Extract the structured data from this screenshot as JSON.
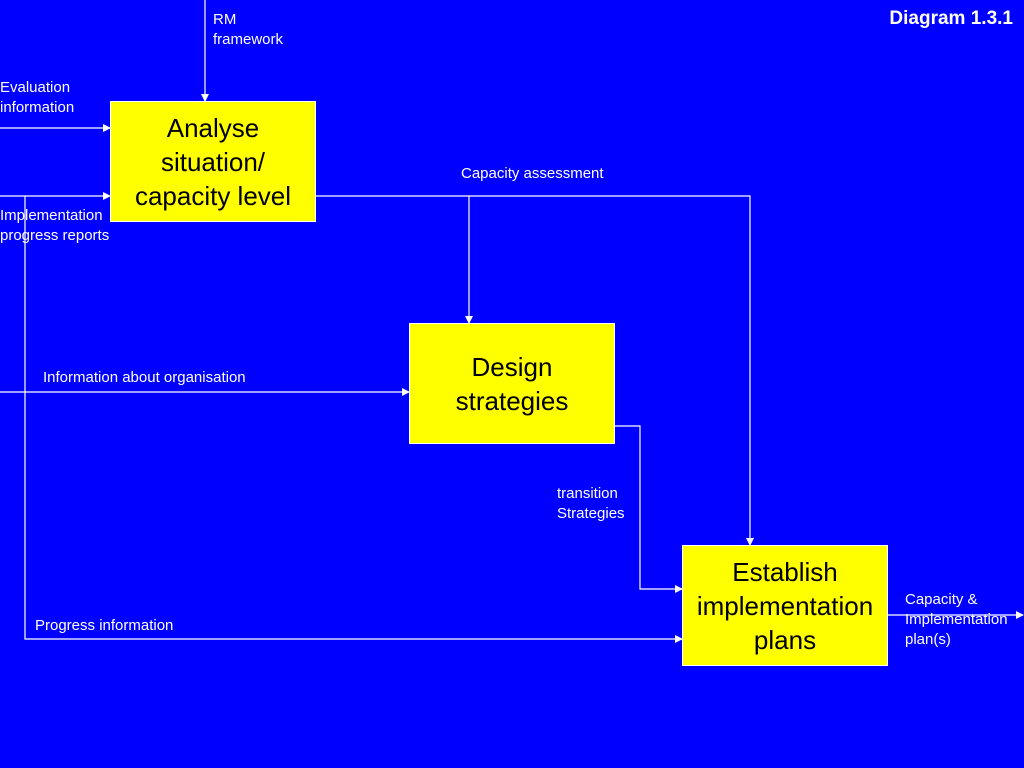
{
  "diagram": {
    "title": "Diagram 1.3.1",
    "processes": {
      "analyse": "Analyse\nsituation/\ncapacity level",
      "design": "Design\nstrategies",
      "establish": "Establish\nimplementation\nplans"
    },
    "flows": {
      "rm_framework": "RM\nframework",
      "evaluation_information": "Evaluation\ninformation",
      "implementation_progress_reports": "Implementation\nprogress reports",
      "capacity_assessment": "Capacity assessment",
      "information_about_organisation": "Information about organisation",
      "transition_strategies": "transition\nStrategies",
      "progress_information": "Progress information",
      "capacity_implementation_plans": "Capacity &\nImplementation\nplan(s)"
    },
    "colors": {
      "background": "#0000ff",
      "process_fill": "#ffff00",
      "lines": "#ffffff",
      "text_on_background": "#ffffff",
      "text_on_process": "#000000"
    }
  }
}
